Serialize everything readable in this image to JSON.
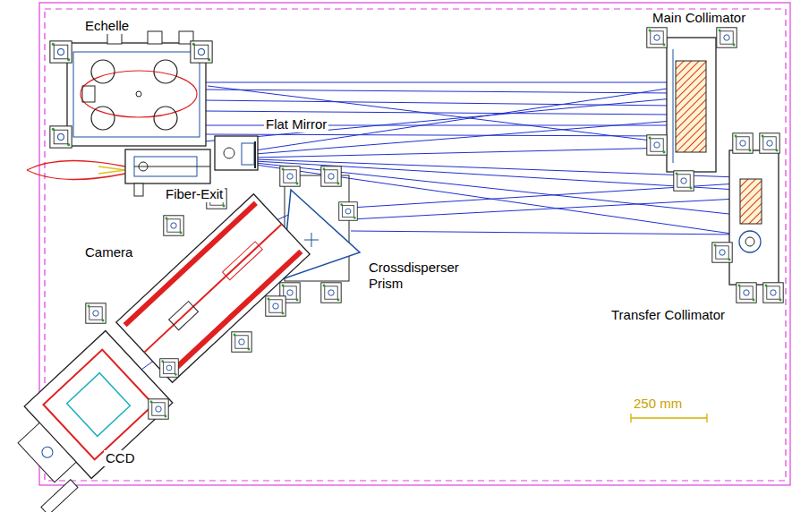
{
  "diagram": {
    "labels": [
      "Echelle",
      "Main Collimator",
      "Flat Mirror",
      "Fiber-Exit",
      "Camera",
      "Crossdisperser Prism",
      "Transfer Collimator",
      "CCD",
      "250 mm"
    ]
  }
}
